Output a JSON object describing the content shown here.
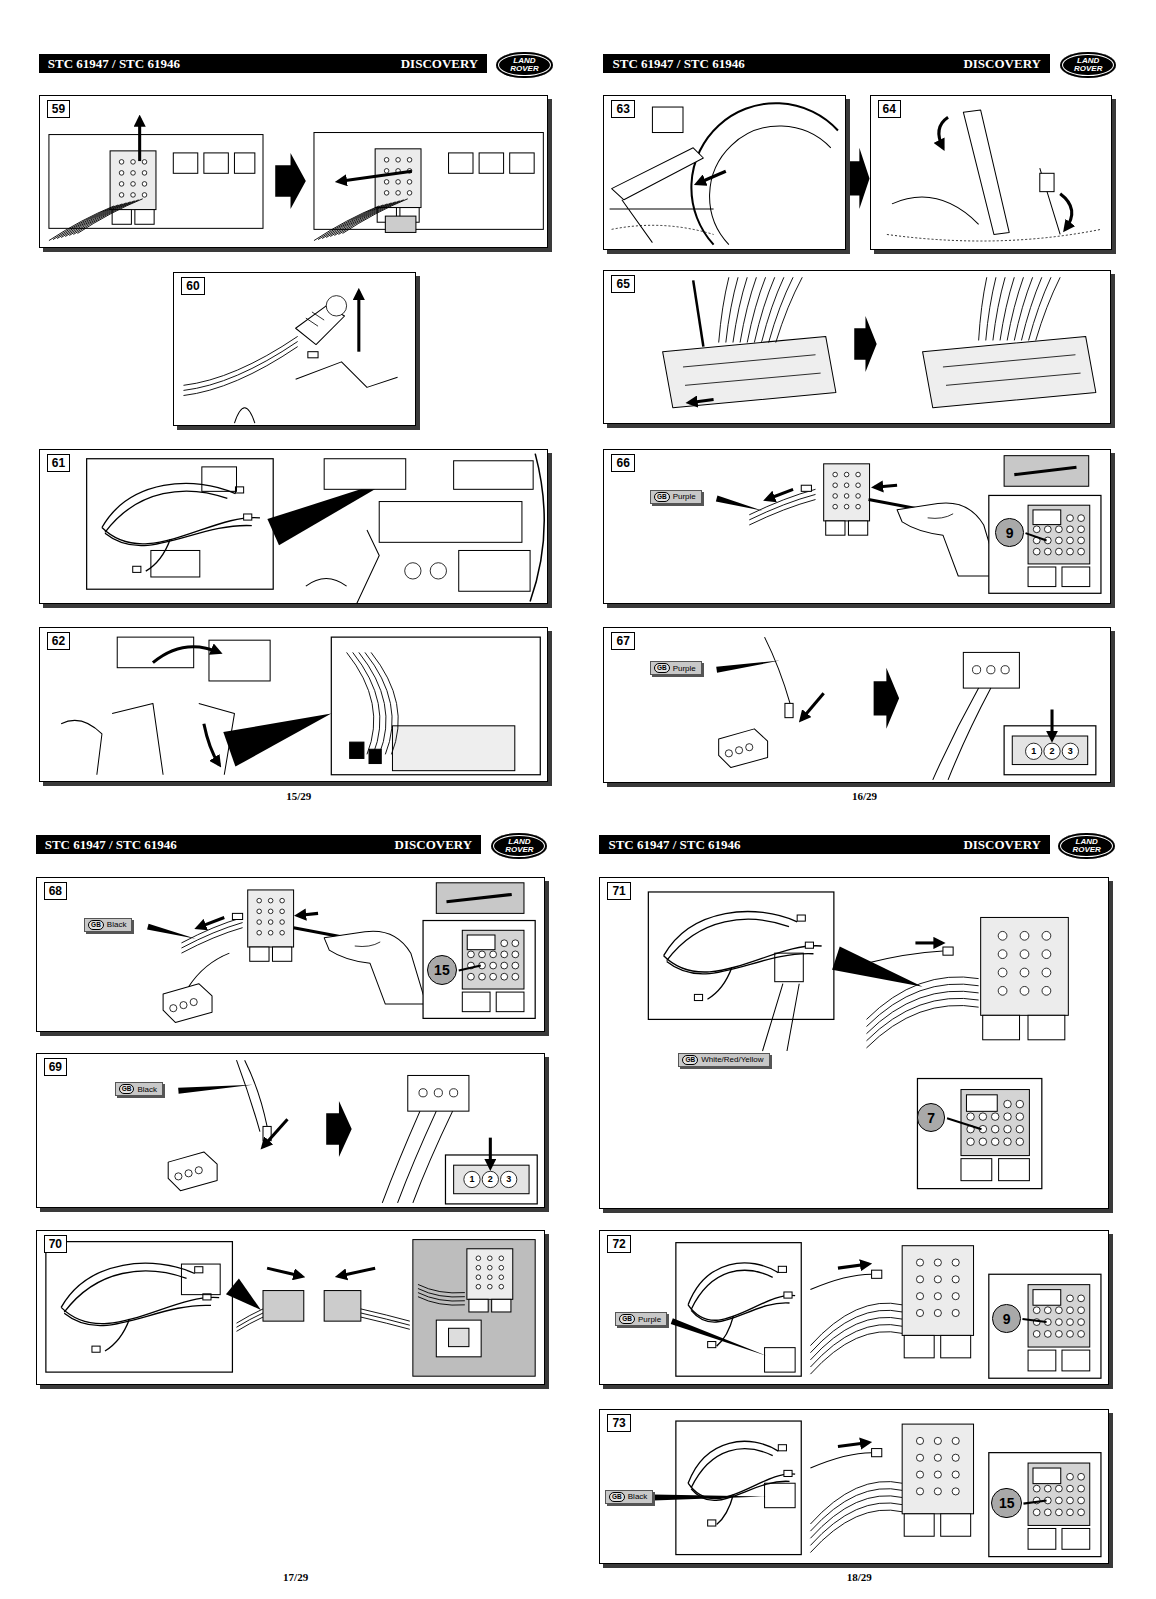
{
  "diagram": {
    "nodes": [
      {
        "text": [
          "STC 61947 / STC 61946",
          "DISCOVERY"
        ]
      },
      {
        "text": [
          "LAND",
          "ROVER"
        ]
      },
      {
        "text": [
          "59"
        ]
      },
      {
        "text": [
          "60"
        ]
      },
      {
        "text": [
          "61"
        ]
      },
      {
        "text": [
          "62"
        ]
      },
      {
        "text": [
          "STC 61947 / STC 61946",
          "DISCOVERY"
        ]
      },
      {
        "text": [
          "LAND",
          "ROVER"
        ]
      },
      {
        "text": [
          "63"
        ]
      },
      {
        "text": [
          "64"
        ]
      },
      {
        "text": [
          "65"
        ]
      },
      {
        "text": [
          "66"
        ]
      },
      {
        "text": [
          "GB",
          "Purple"
        ],
        "in": 11
      },
      {
        "text": [
          "9"
        ],
        "in": 11
      },
      {
        "text": [
          "67"
        ]
      },
      {
        "text": [
          "GB",
          "Purple"
        ],
        "in": 14
      },
      {
        "text": [
          "STC 61947 / STC 61946",
          "DISCOVERY"
        ]
      },
      {
        "text": [
          "LAND",
          "ROVER"
        ]
      },
      {
        "text": [
          "68"
        ]
      },
      {
        "text": [
          "GB",
          "Black"
        ],
        "in": 18
      },
      {
        "text": [
          "15"
        ],
        "in": 18
      },
      {
        "text": [
          "69"
        ]
      },
      {
        "text": [
          "GB",
          "Black"
        ],
        "in": 21
      },
      {
        "text": [
          "70"
        ]
      },
      {
        "text": [
          "STC 61947 / STC 61946",
          "DISCOVERY"
        ]
      },
      {
        "text": [
          "LAND",
          "ROVER"
        ]
      },
      {
        "text": [
          "71"
        ]
      },
      {
        "text": [
          "GB",
          "White/Red/Yellow"
        ],
        "in": 26
      },
      {
        "text": [
          "7"
        ],
        "in": 26
      },
      {
        "text": [
          "72"
        ]
      },
      {
        "text": [
          "GB",
          "Purple"
        ],
        "in": 29
      },
      {
        "text": [
          "9"
        ],
        "in": 29
      },
      {
        "text": [
          "73"
        ]
      },
      {
        "text": [
          "GB",
          "Black"
        ],
        "in": 32
      },
      {
        "text": [
          "15"
        ],
        "in": 32
      }
    ],
    "labels": [
      "15/29",
      "16/29",
      "17/29",
      "18/29",
      "1",
      "2",
      "3",
      "1",
      "2",
      "3"
    ]
  }
}
